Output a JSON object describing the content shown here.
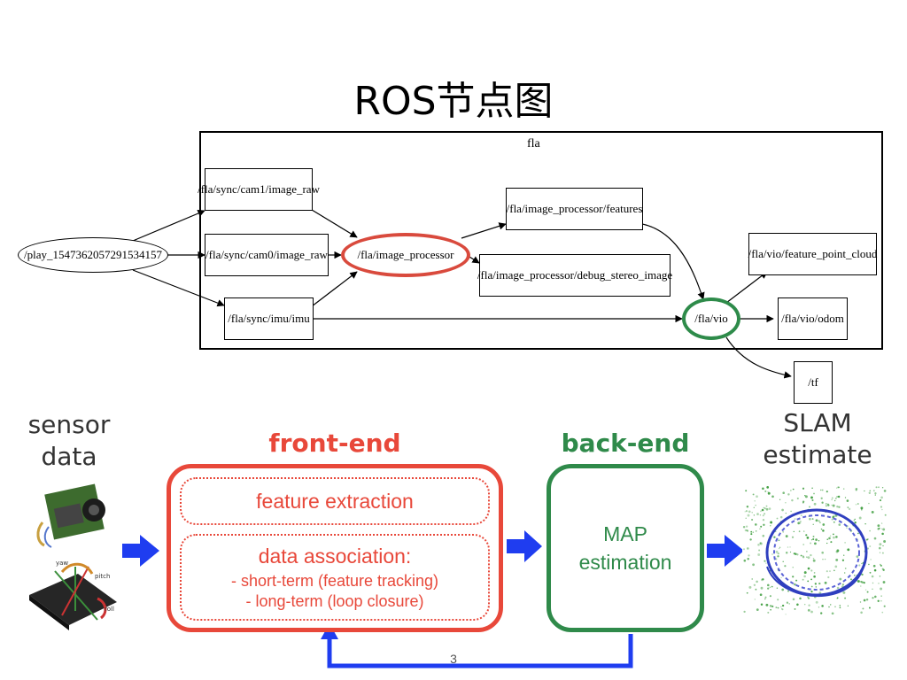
{
  "title": "ROS节点图",
  "graph": {
    "cluster_label": "fla",
    "nodes": {
      "play": "/play_1547362057291534157",
      "cam1": "/fla/sync/cam1/image_raw",
      "cam0": "/fla/sync/cam0/image_raw",
      "imu": "/fla/sync/imu/imu",
      "image_processor": "/fla/image_processor",
      "features": "/fla/image_processor/features",
      "debug_stereo": "/fla/image_processor/debug_stereo_image",
      "vio": "/fla/vio",
      "feature_point_cloud": "/fla/vio/feature_point_cloud",
      "odom": "/fla/vio/odom",
      "tf": "/tf"
    }
  },
  "pipeline": {
    "sensor_label_line1": "sensor",
    "sensor_label_line2": "data",
    "front_end_title": "front-end",
    "front_end_feature": "feature extraction",
    "front_end_assoc": "data association:",
    "front_end_short": "- short-term (feature tracking)",
    "front_end_long": "- long-term (loop closure)",
    "back_end_title": "back-end",
    "back_end_line1": "MAP",
    "back_end_line2": "estimation",
    "slam_line1": "SLAM",
    "slam_line2": "estimate",
    "imu_label_yaw": "yaw",
    "imu_label_pitch": "pitch",
    "imu_label_roll": "roll",
    "colors": {
      "front_end": "#e8483a",
      "back_end": "#2f8a4a",
      "arrow": "#1f3df0"
    }
  },
  "page_number": "3"
}
